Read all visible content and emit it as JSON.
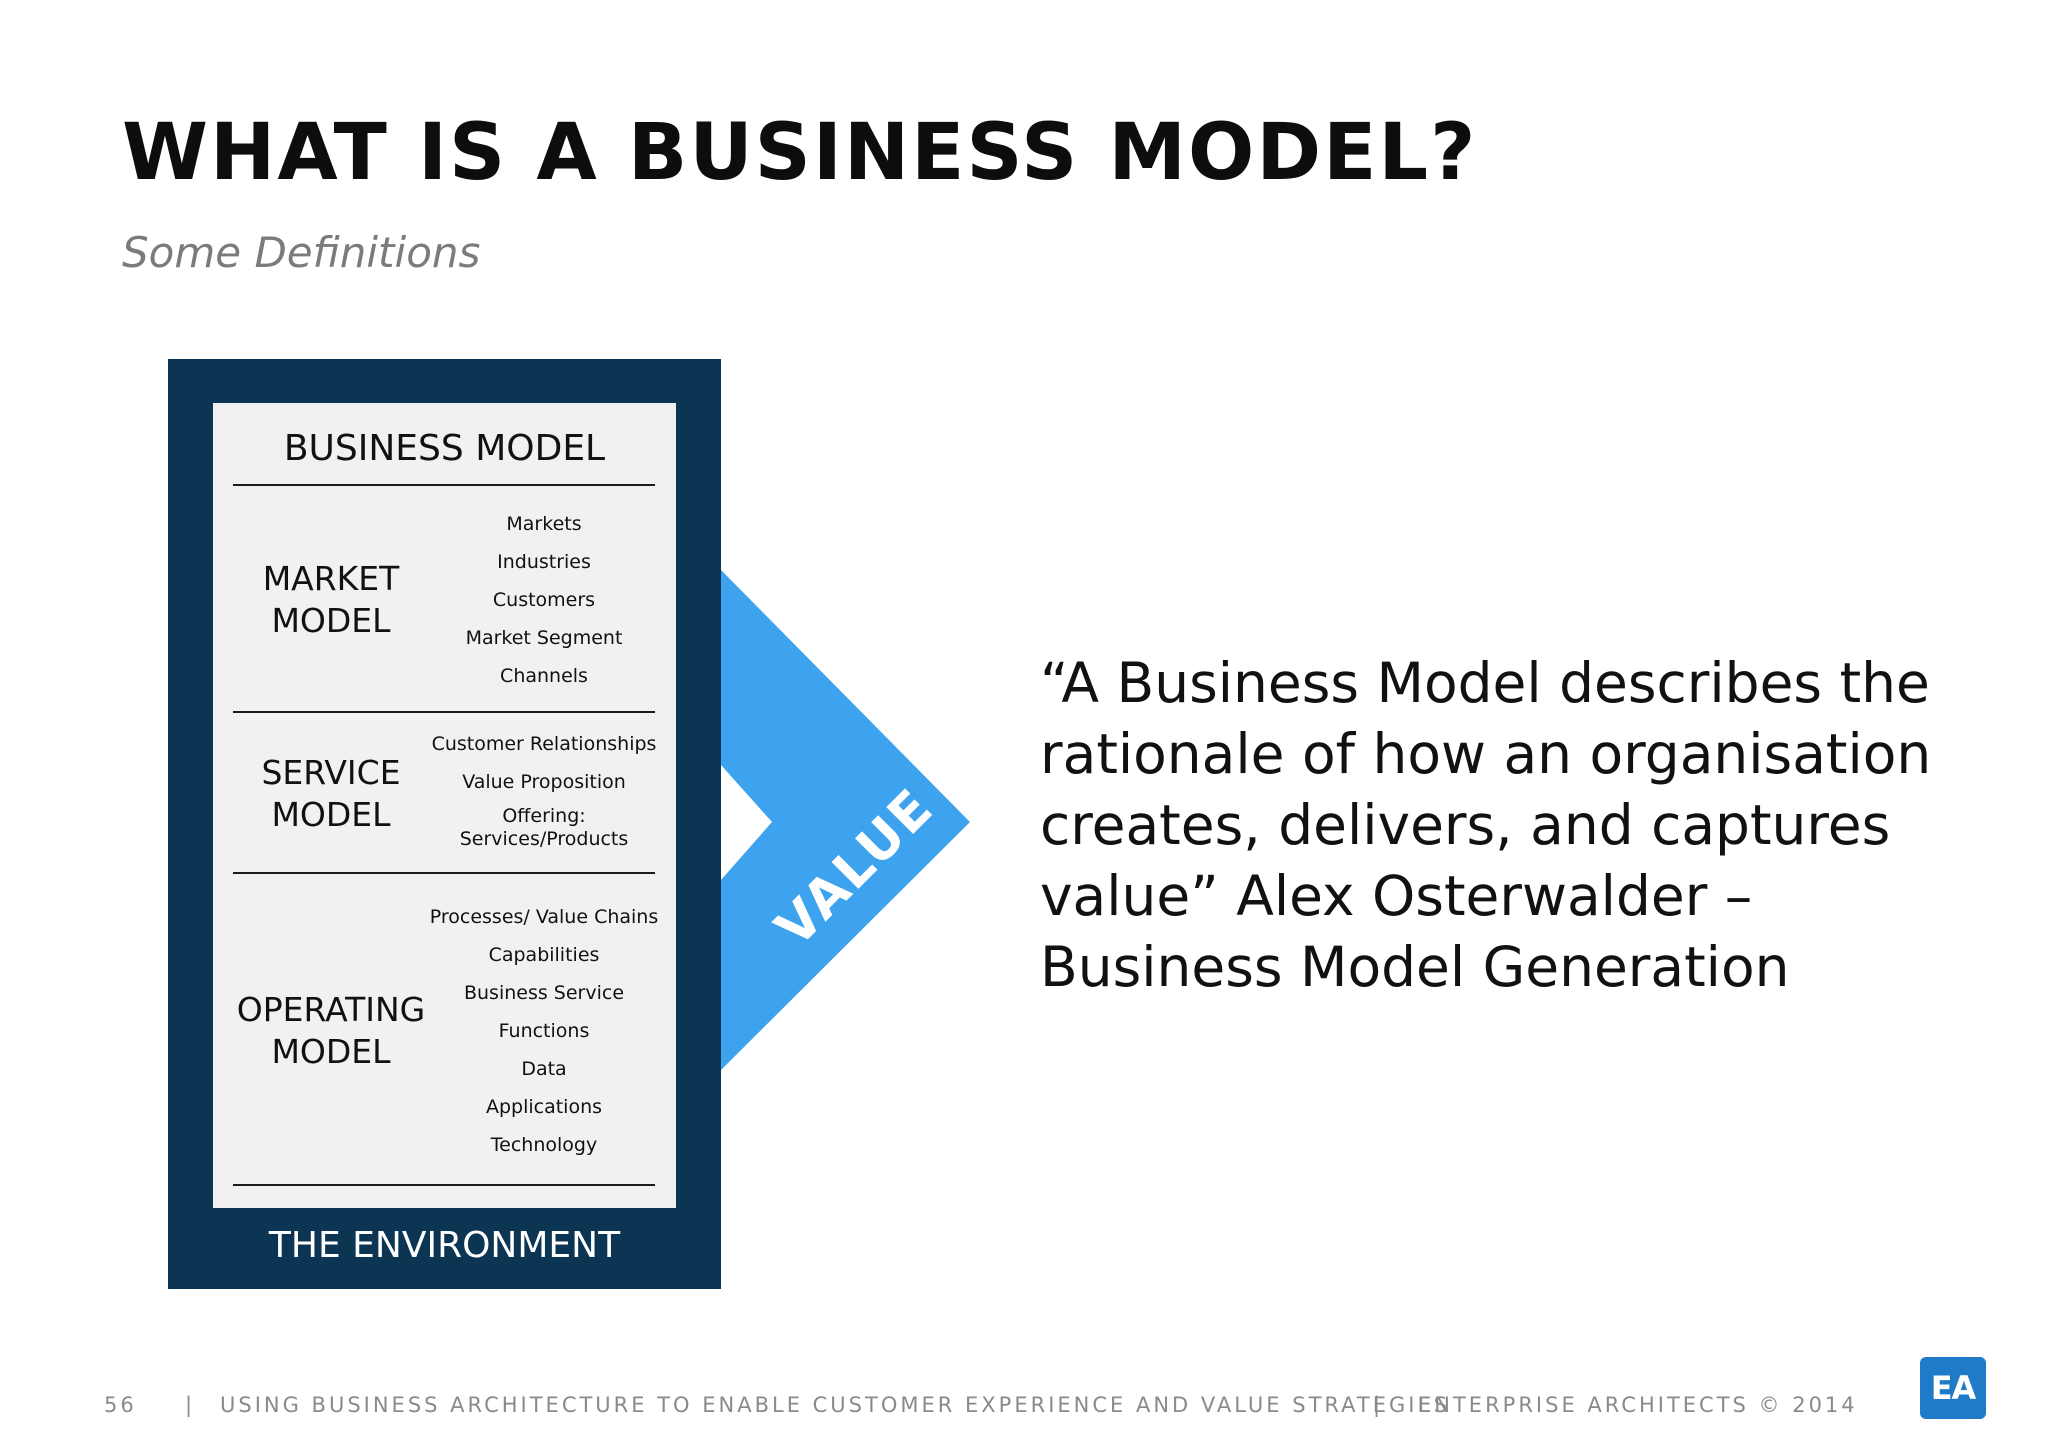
{
  "slide": {
    "title": "WHAT IS A BUSINESS MODEL?",
    "subtitle": "Some Definitions"
  },
  "diagram": {
    "outer_label": "THE ENVIRONMENT",
    "inner_title": "BUSINESS MODEL",
    "sections": [
      {
        "title_lines": [
          "MARKET",
          "MODEL"
        ],
        "items": [
          "Markets",
          "Industries",
          "Customers",
          "Market Segment",
          "Channels"
        ]
      },
      {
        "title_lines": [
          "SERVICE",
          "MODEL"
        ],
        "items": [
          "Customer Relationships",
          "Value Proposition",
          "Offering: Services/Products"
        ]
      },
      {
        "title_lines": [
          "OPERATING",
          "MODEL"
        ],
        "items": [
          "Processes/ Value Chains",
          "Capabilities",
          "Business Service",
          "Functions",
          "Data",
          "Applications",
          "Technology"
        ]
      }
    ],
    "arrow_label": "VALUE"
  },
  "quote": "“A Business Model describes the rationale of how an organisation creates, delivers, and captures value” Alex Osterwalder – Business Model Generation",
  "footer": {
    "page_number": "56",
    "separator": "|",
    "presentation_title": "USING BUSINESS ARCHITECTURE TO ENABLE CUSTOMER EXPERIENCE AND VALUE STRATEGIES",
    "copyright": "ENTERPRISE ARCHITECTS © 2014",
    "logo_text": "EA"
  },
  "colors": {
    "frame": "#0c3554",
    "panel": "#f1f1f4",
    "value_arrow": "#3ea3ee",
    "logo": "#1f7ac8"
  }
}
